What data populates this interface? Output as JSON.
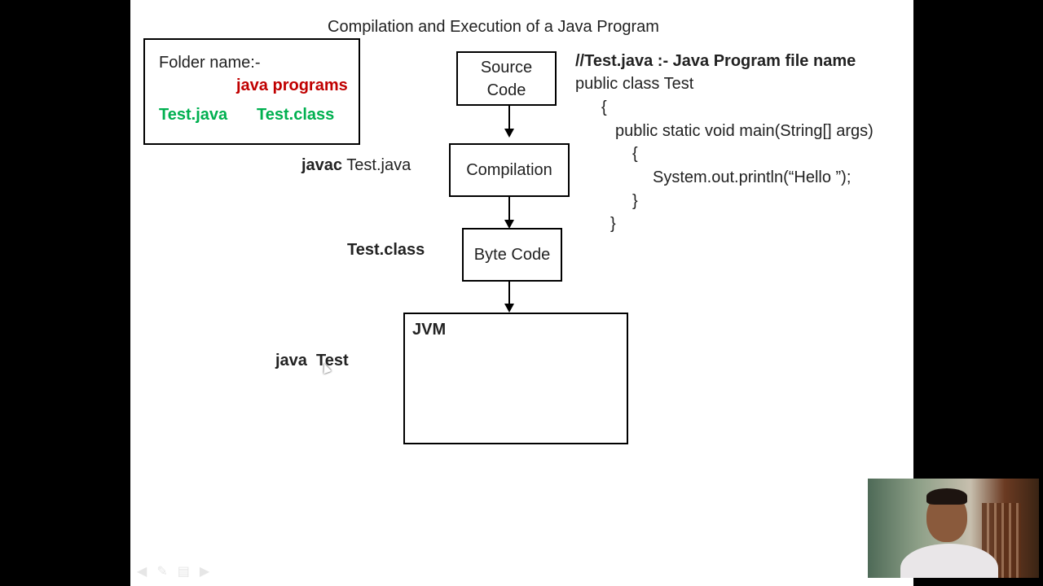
{
  "title": "Compilation and Execution of a Java Program",
  "folder_box": {
    "label": "Folder name:-",
    "folder": "java programs",
    "file1": "Test.java",
    "file2": "Test.class"
  },
  "flow": {
    "source_line1": "Source",
    "source_line2": "Code",
    "compilation": "Compilation",
    "byte_code": "Byte Code",
    "jvm": "JVM"
  },
  "side_labels": {
    "javac_cmd": "javac",
    "javac_file": "Test.java",
    "class_file": "Test.class",
    "java_cmd": "java  Test"
  },
  "code": {
    "comment": "//Test.java :- Java Program file name",
    "line1": "public class Test",
    "line2": "{",
    "line3": "public static void main(String[] args)",
    "line4": "{",
    "line5": "System.out.println(“Hello ”);",
    "line6": "}",
    "line7": "}"
  },
  "colors": {
    "folder_name": "#c00000",
    "file_names": "#00b050",
    "text": "#222222"
  },
  "icons": [
    "previous-slide-icon",
    "pen-icon",
    "menu-icon",
    "next-slide-icon"
  ]
}
